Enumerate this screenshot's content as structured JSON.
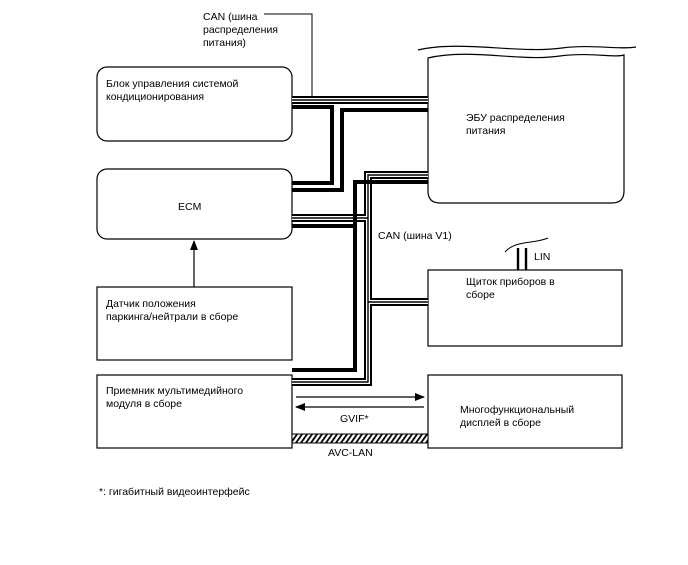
{
  "labels": {
    "can_power": "CAN (шина\nраспределения\nпитания)",
    "can_v1": "CAN (шина V1)",
    "lin": "LIN",
    "gvif": "GVIF*",
    "avc_lan": "AVC-LAN",
    "footnote": "*: гигабитный видеоинтерфейс"
  },
  "blocks": {
    "ac": "Блок управления системой\nкондиционирования",
    "ecm": "ECM",
    "sensor": "Датчик положения\nпаркинга/нейтрали в сборе",
    "media": "Приемник мультимедийного\nмодуля в сборе",
    "power_ecu": "ЭБУ распределения\nпитания",
    "meter": "Щиток приборов в\nсборе",
    "display": "Многофункциональный\nдисплей в сборе"
  }
}
